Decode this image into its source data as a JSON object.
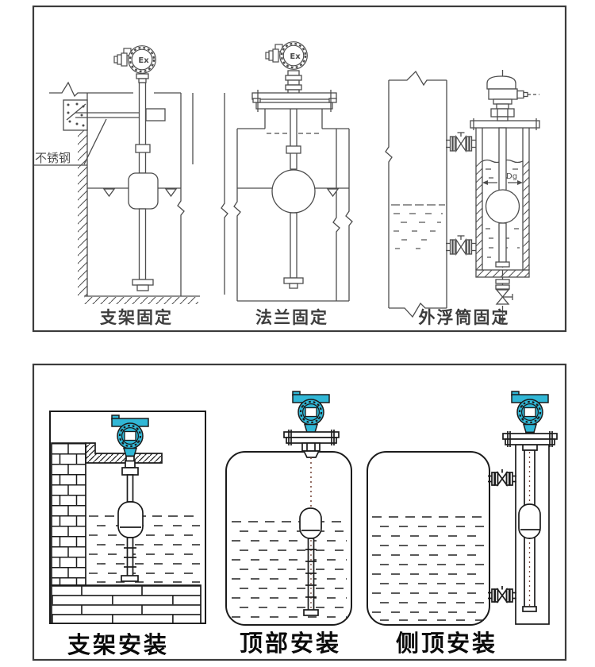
{
  "top_panel": {
    "diagrams": [
      {
        "label": "支架固定"
      },
      {
        "label": "法兰固定"
      },
      {
        "label": "外浮筒固定"
      }
    ],
    "annotations": {
      "stainless_steel": "不锈钢",
      "ex_mark": "Ex",
      "diameter_mark": "Dg"
    }
  },
  "bottom_panel": {
    "diagrams": [
      {
        "label": "支架安装"
      },
      {
        "label": "顶部安装"
      },
      {
        "label": "侧顶安装"
      }
    ]
  },
  "colors": {
    "line_top": "#4d4d4d",
    "line_bottom": "#1b1b1b",
    "accent_teal": "#31b7d6",
    "panel_border": "#3c3c3c",
    "background": "#ffffff"
  }
}
